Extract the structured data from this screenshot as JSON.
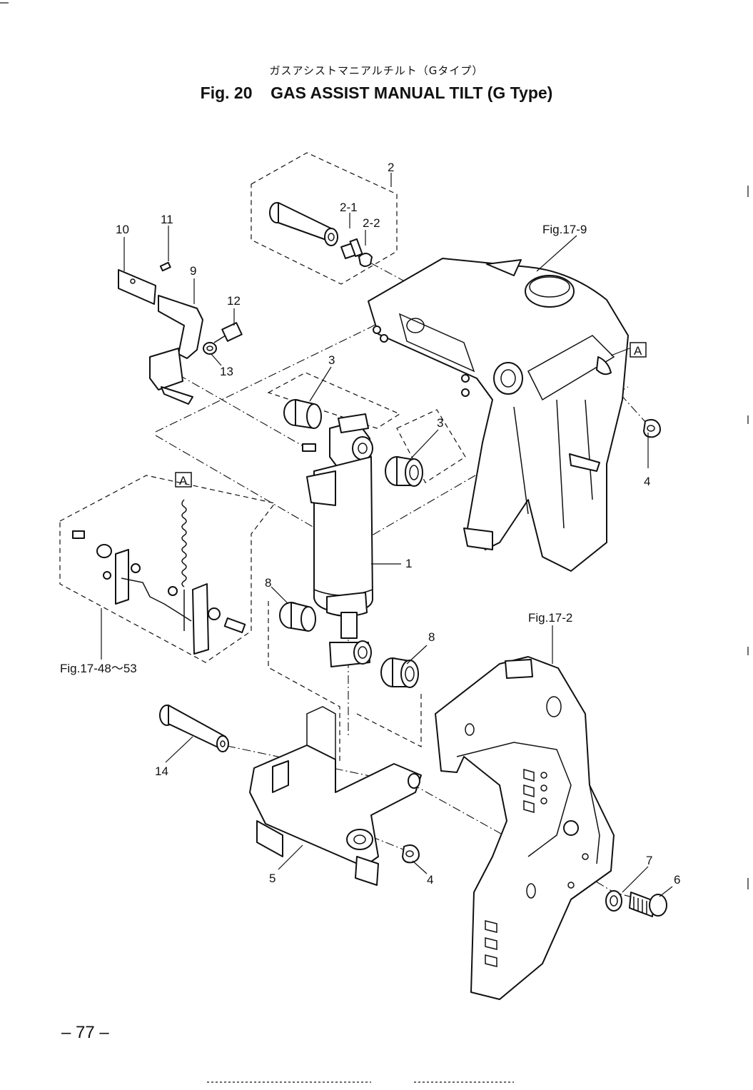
{
  "header": {
    "title_jp": "ガスアシストマニアルチルト（Gタイプ）",
    "fig_number": "Fig. 20",
    "title_en": "GAS ASSIST MANUAL TILT  (G Type)"
  },
  "page_number": "– 77 –",
  "labels": {
    "p1": "1",
    "p2": "2",
    "p2_1": "2-1",
    "p2_2": "2-2",
    "p3a": "3",
    "p3b": "3",
    "p4a": "4",
    "p4b": "4",
    "p5": "5",
    "p6": "6",
    "p7": "7",
    "p8a": "8",
    "p8b": "8",
    "p9": "9",
    "p10": "10",
    "p11": "11",
    "p12": "12",
    "p13": "13",
    "p14": "14",
    "ref_17_9": "Fig.17-9",
    "ref_17_2": "Fig.17-2",
    "ref_17_48": "Fig.17-48～53",
    "box_a_1": "A",
    "box_a_2": "A"
  }
}
